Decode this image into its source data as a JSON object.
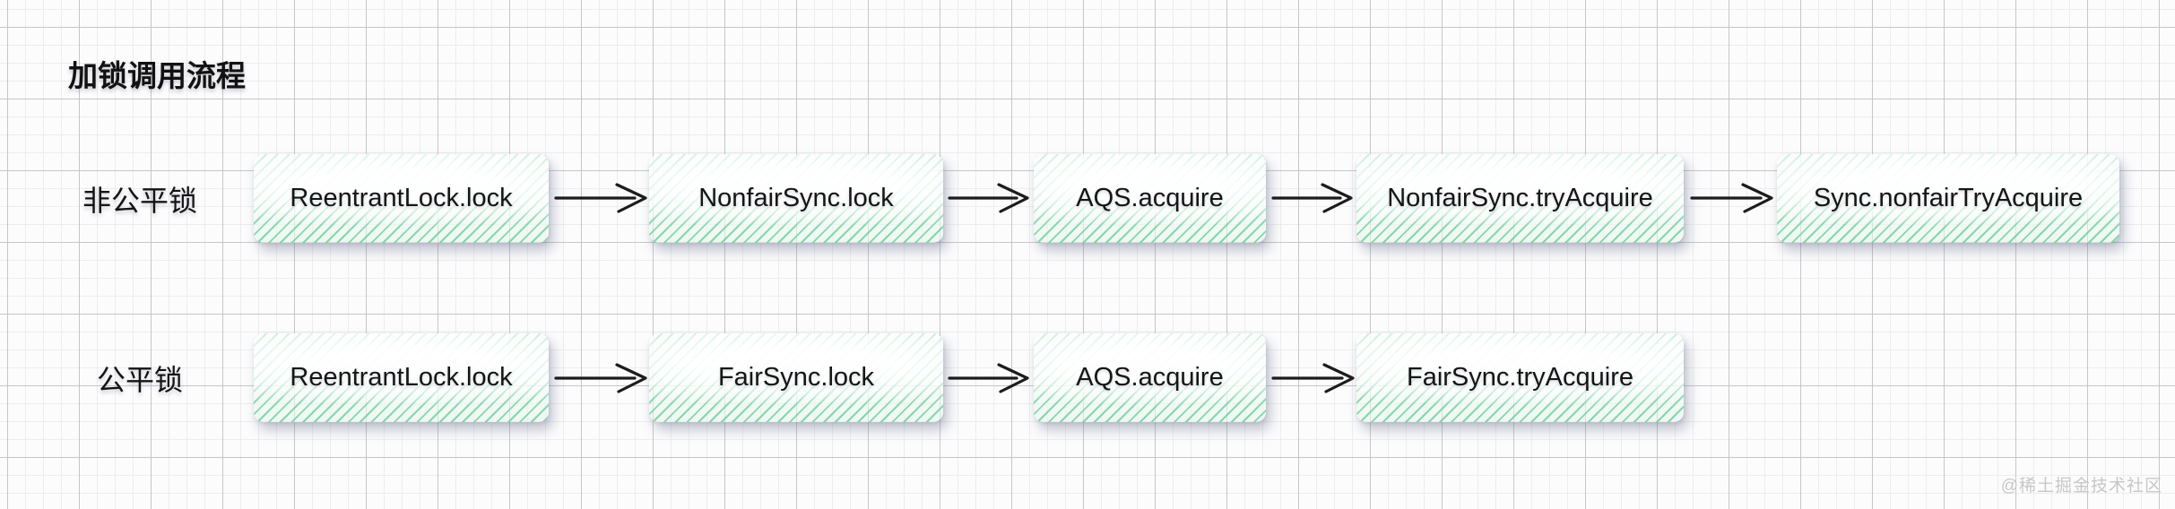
{
  "title": "加锁调用流程",
  "rows": [
    {
      "label": "非公平锁",
      "steps": [
        "ReentrantLock.lock",
        "NonfairSync.lock",
        "AQS.acquire",
        "NonfairSync.tryAcquire",
        "Sync.nonfairTryAcquire"
      ]
    },
    {
      "label": "公平锁",
      "steps": [
        "ReentrantLock.lock",
        "FairSync.lock",
        "AQS.acquire",
        "FairSync.tryAcquire"
      ]
    }
  ],
  "watermark": "@稀土掘金技术社区",
  "colors": {
    "hatch_green": "#68cb92",
    "grid_major": "#c6c6c9",
    "grid_minor": "#ededf0",
    "text": "#141414",
    "arrow": "#1c1c1c",
    "watermark_gray": "#c7c7c9"
  }
}
